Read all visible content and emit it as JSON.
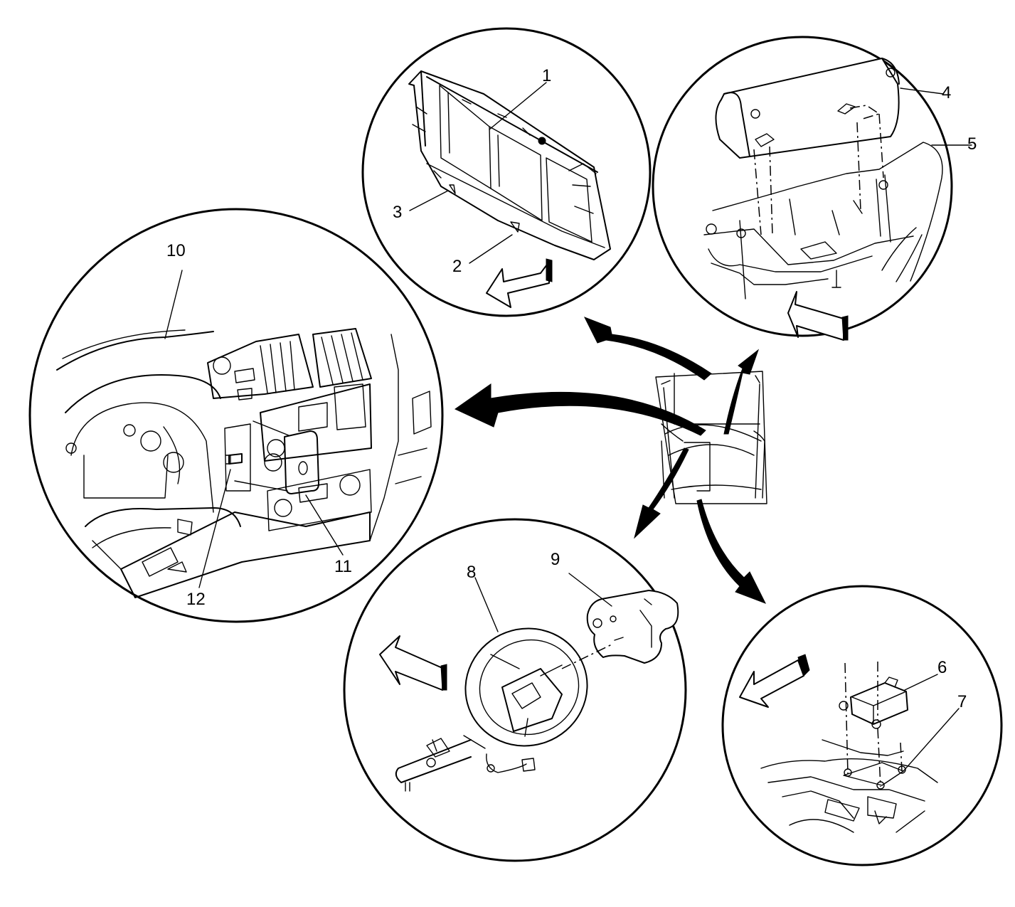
{
  "callouts": {
    "c1": "1",
    "c2": "2",
    "c3": "3",
    "c4": "4",
    "c5": "5",
    "c6": "6",
    "c7": "7",
    "c8": "8",
    "c9": "9",
    "c10": "10",
    "c11": "11",
    "c12": "12"
  },
  "icons": {
    "vehicle": "vehicle-outline-top-view",
    "front-sensor": "radiator-support-icon",
    "passenger-airbag": "passenger-airbag-module-icon",
    "dash-switch": "instrument-panel-icon",
    "steering-wheel": "steering-wheel-airbag-icon",
    "sdm": "sensing-diagnostic-module-icon"
  }
}
